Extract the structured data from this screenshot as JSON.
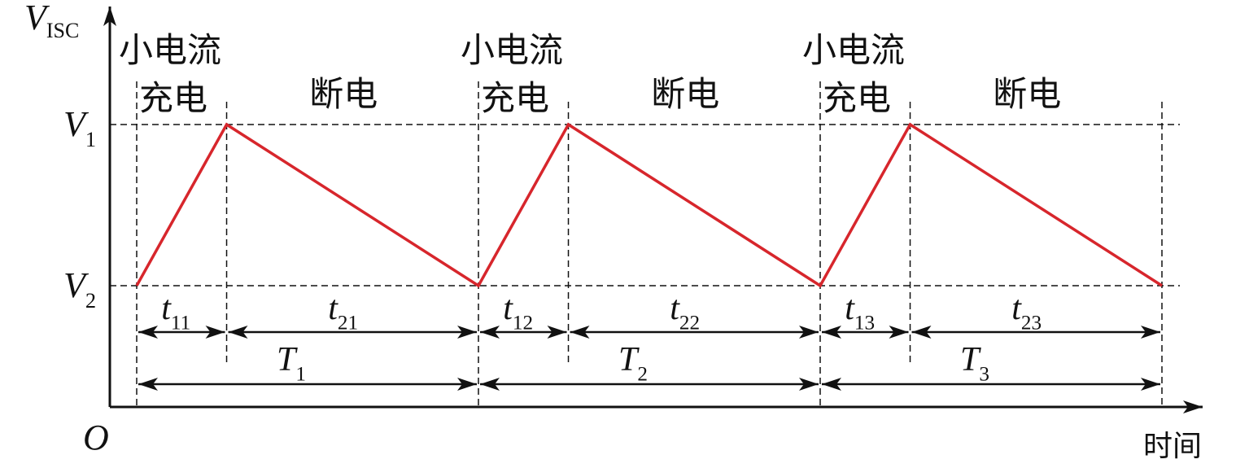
{
  "chart_data": {
    "type": "line",
    "title": "",
    "xlabel": "时间",
    "ylabel": "V",
    "ylabel_sub": "ISC",
    "origin_label": "O",
    "y_levels": [
      {
        "name": "V",
        "sub": "1",
        "value": 1
      },
      {
        "name": "V",
        "sub": "2",
        "value": 0
      }
    ],
    "phase_labels": {
      "charge_line1": "小电流",
      "charge_line2": "充电",
      "off": "断电"
    },
    "cycles": [
      {
        "charge": {
          "name": "t",
          "sub": "11"
        },
        "off": {
          "name": "t",
          "sub": "21"
        },
        "period": {
          "name": "T",
          "sub": "1"
        }
      },
      {
        "charge": {
          "name": "t",
          "sub": "12"
        },
        "off": {
          "name": "t",
          "sub": "22"
        },
        "period": {
          "name": "T",
          "sub": "2"
        }
      },
      {
        "charge": {
          "name": "t",
          "sub": "13"
        },
        "off": {
          "name": "t",
          "sub": "23"
        },
        "period": {
          "name": "T",
          "sub": "3"
        }
      }
    ],
    "series": [
      {
        "name": "V_ISC",
        "color": "#d7262c",
        "x": [
          0,
          1,
          3.8,
          4.8,
          7.6,
          8.6,
          11.4
        ],
        "y": [
          0,
          1,
          0,
          1,
          0,
          1,
          0
        ]
      }
    ],
    "xlim": [
      0,
      11.4
    ],
    "ylim": [
      0,
      1
    ]
  }
}
